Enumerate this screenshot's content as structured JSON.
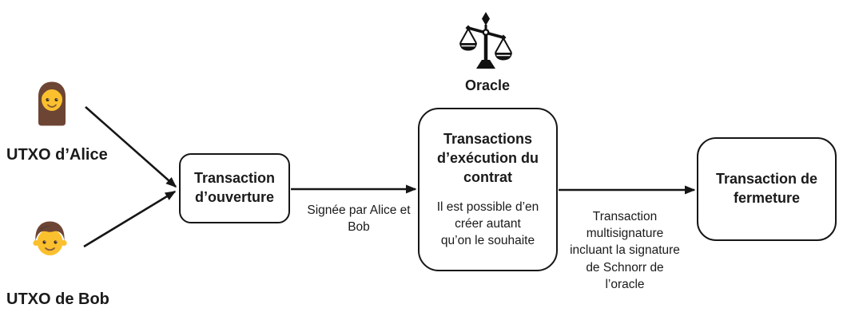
{
  "diagram": {
    "description": "Flow of a discreet log contract on Bitcoin (French labels)",
    "actors": {
      "alice": {
        "icon": "woman-emoji",
        "label": "UTXO d’Alice"
      },
      "bob": {
        "icon": "boy-emoji",
        "label": "UTXO de Bob"
      }
    },
    "oracle": {
      "icon": "balance-scales-icon",
      "label": "Oracle"
    },
    "boxes": {
      "opening": {
        "title": "Transaction d’ouverture",
        "title_lines": [
          "Transaction",
          "d’ouverture"
        ]
      },
      "execution": {
        "title": "Transactions d’exécution du contrat",
        "title_lines": [
          "Transactions",
          "d’exécution du",
          "contrat"
        ],
        "body": "Il est possible d’en créer autant qu’on le souhaite",
        "body_lines": [
          "Il est possible d’en",
          "créer autant",
          "qu’on le souhaite"
        ]
      },
      "closing": {
        "title": "Transaction de fermeture",
        "title_lines": [
          "Transaction de",
          "fermeture"
        ]
      }
    },
    "edge_labels": {
      "opening_to_execution": {
        "text": "Signée par Alice et Bob",
        "lines": [
          "Signée par Alice et",
          "Bob"
        ]
      },
      "execution_to_closing": {
        "text": "Transaction multisignature incluant la signature de Schnorr de l’oracle",
        "lines": [
          "Transaction",
          "multisignature",
          "incluant la signature",
          "de Schnorr de",
          "l’oracle"
        ]
      }
    },
    "colors": {
      "background": "#ffffff",
      "line": "#161616",
      "text": "#1a1a1a",
      "emoji_skin": "#FBC02D",
      "emoji_hair": "#6D4534"
    }
  }
}
